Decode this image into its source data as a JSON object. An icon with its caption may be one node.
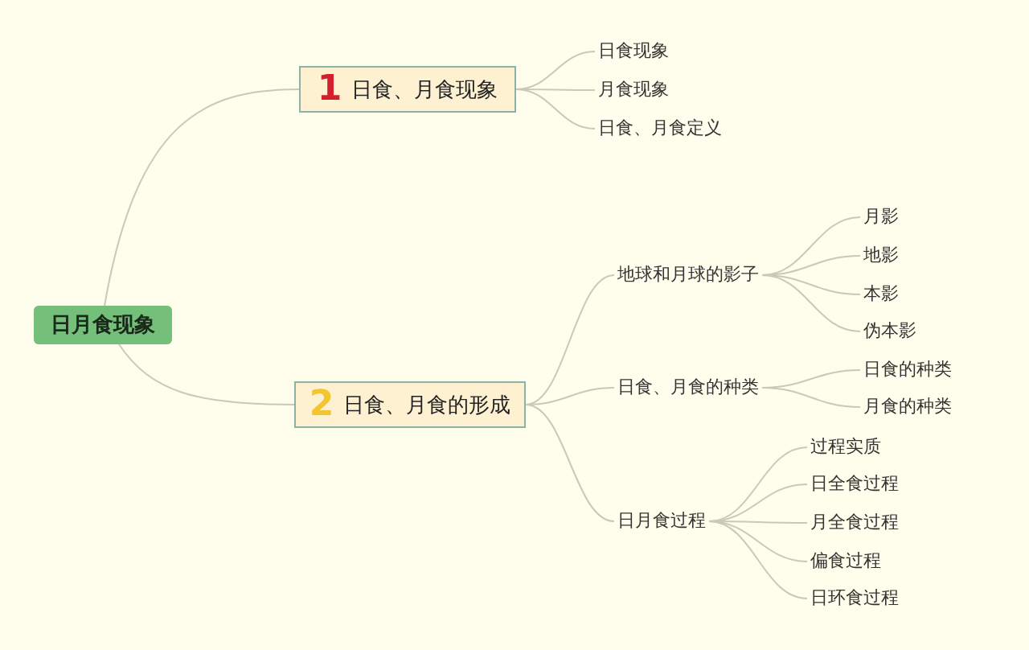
{
  "diagram": {
    "nodes": [
      {
        "text": [
          "日月食现象"
        ]
      },
      {
        "text": [
          "1",
          "日食、月食现象"
        ]
      },
      {
        "text": [
          "日食现象"
        ]
      },
      {
        "text": [
          "月食现象"
        ]
      },
      {
        "text": [
          "日食、月食定义"
        ]
      },
      {
        "text": [
          "2",
          "日食、月食的形成"
        ]
      },
      {
        "text": [
          "地球和月球的影子"
        ]
      },
      {
        "text": [
          "月影"
        ]
      },
      {
        "text": [
          "地影"
        ]
      },
      {
        "text": [
          "本影"
        ]
      },
      {
        "text": [
          "伪本影"
        ]
      },
      {
        "text": [
          "日食、月食的种类"
        ]
      },
      {
        "text": [
          "日食的种类"
        ]
      },
      {
        "text": [
          "月食的种类"
        ]
      },
      {
        "text": [
          "日月食过程"
        ]
      },
      {
        "text": [
          "过程实质"
        ]
      },
      {
        "text": [
          "日全食过程"
        ]
      },
      {
        "text": [
          "月全食过程"
        ]
      },
      {
        "text": [
          "偏食过程"
        ]
      },
      {
        "text": [
          "日环食过程"
        ]
      }
    ],
    "edges": [
      {
        "from": 0,
        "to": 1,
        "arrow": "none"
      },
      {
        "from": 1,
        "to": 2,
        "arrow": "none"
      },
      {
        "from": 1,
        "to": 3,
        "arrow": "none"
      },
      {
        "from": 1,
        "to": 4,
        "arrow": "none"
      },
      {
        "from": 0,
        "to": 5,
        "arrow": "none"
      },
      {
        "from": 5,
        "to": 6,
        "arrow": "none"
      },
      {
        "from": 6,
        "to": 7,
        "arrow": "none"
      },
      {
        "from": 6,
        "to": 8,
        "arrow": "none"
      },
      {
        "from": 6,
        "to": 9,
        "arrow": "none"
      },
      {
        "from": 6,
        "to": 10,
        "arrow": "none"
      },
      {
        "from": 5,
        "to": 11,
        "arrow": "none"
      },
      {
        "from": 11,
        "to": 12,
        "arrow": "none"
      },
      {
        "from": 11,
        "to": 13,
        "arrow": "none"
      },
      {
        "from": 5,
        "to": 14,
        "arrow": "none"
      },
      {
        "from": 14,
        "to": 15,
        "arrow": "none"
      },
      {
        "from": 14,
        "to": 16,
        "arrow": "none"
      },
      {
        "from": 14,
        "to": 17,
        "arrow": "none"
      },
      {
        "from": 14,
        "to": 18,
        "arrow": "none"
      },
      {
        "from": 14,
        "to": 19,
        "arrow": "none"
      }
    ]
  }
}
